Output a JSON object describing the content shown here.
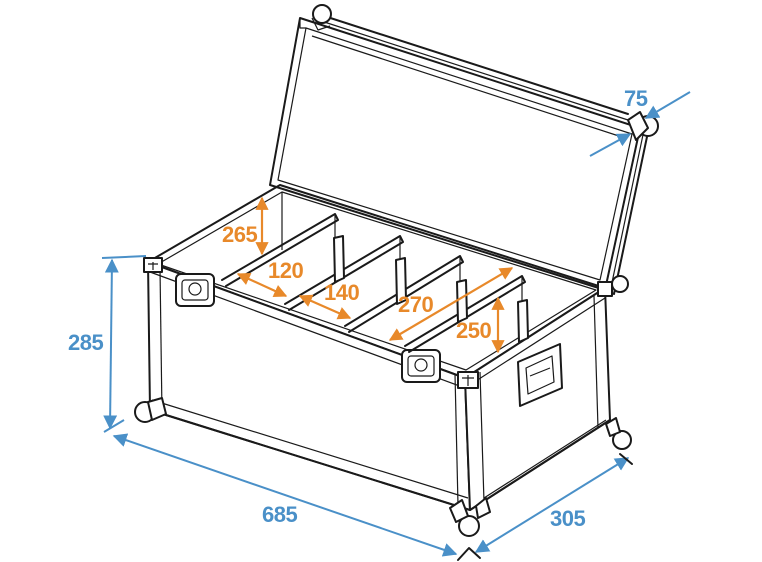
{
  "diagram": {
    "subject": "flight case with divider compartments",
    "colors": {
      "outline": "#1a1a1a",
      "outer_dimensions": "#4a90c8",
      "inner_dimensions": "#e8892a",
      "background": "#ffffff"
    },
    "outer_dimensions": {
      "lid_depth": "75",
      "height": "285",
      "length": "685",
      "width": "305"
    },
    "inner_dimensions": {
      "inner_height_left": "265",
      "compartment_1_width": "120",
      "compartment_2_width": "140",
      "inner_depth": "270",
      "inner_height_right": "250"
    }
  }
}
